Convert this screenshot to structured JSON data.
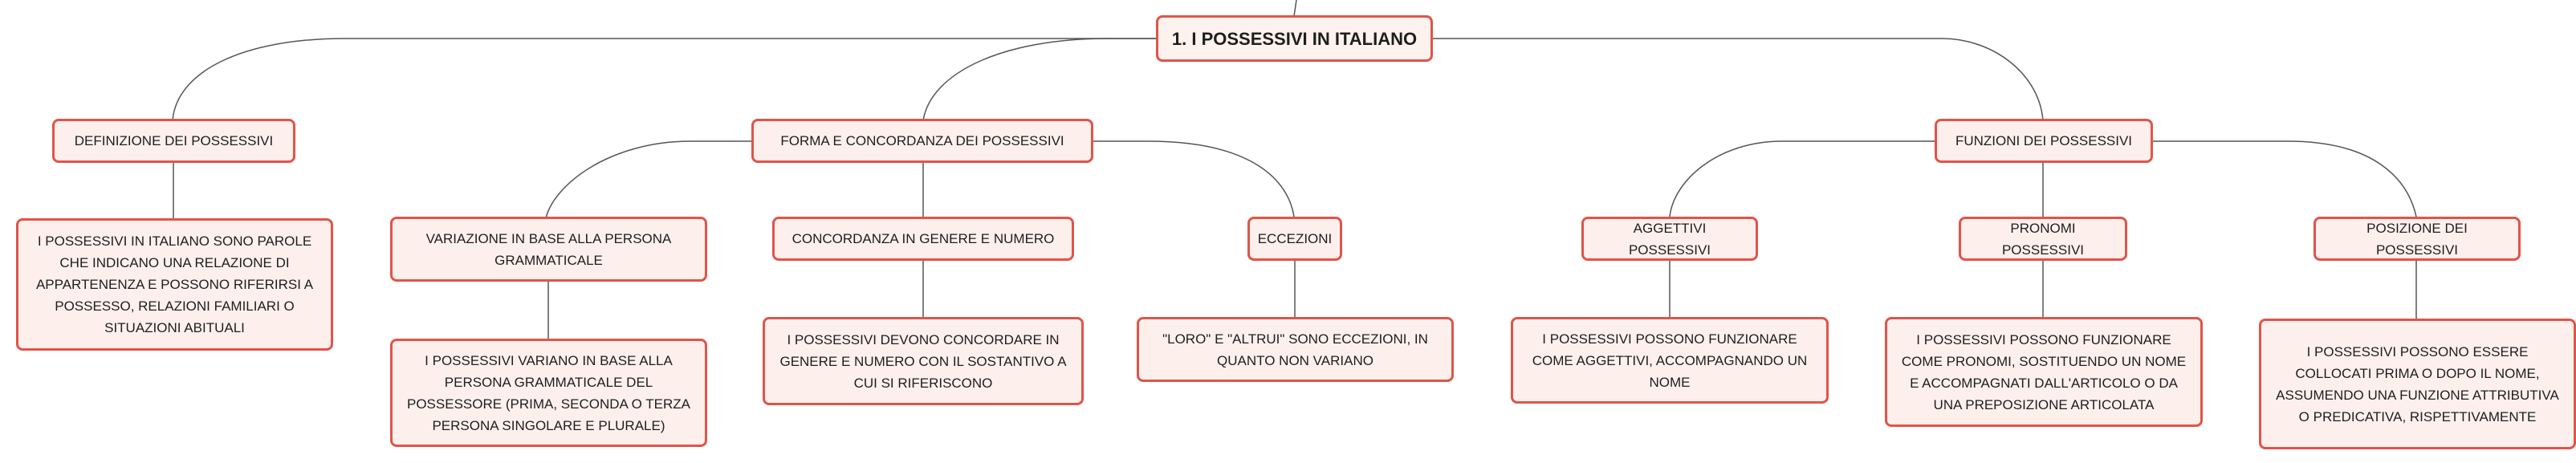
{
  "colors": {
    "node_border": "#e0544a",
    "node_fill": "#fdf0ec",
    "link": "#555555"
  },
  "root": {
    "label": "1. I POSSESSIVI IN ITALIANO"
  },
  "branches": [
    {
      "label": "DEFINIZIONE DEI POSSESSIVI",
      "text": "I POSSESSIVI IN ITALIANO SONO PAROLE CHE INDICANO UNA RELAZIONE DI APPARTENENZA E POSSONO RIFERIRSI A POSSESSO, RELAZIONI FAMILIARI O SITUAZIONI ABITUALI"
    },
    {
      "label": "FORMA E CONCORDANZA DEI POSSESSIVI",
      "children": [
        {
          "label": "VARIAZIONE IN BASE ALLA PERSONA GRAMMATICALE",
          "text": "I POSSESSIVI VARIANO IN BASE ALLA PERSONA GRAMMATICALE DEL POSSESSORE (PRIMA, SECONDA O TERZA PERSONA SINGOLARE E PLURALE)"
        },
        {
          "label": "CONCORDANZA IN GENERE E NUMERO",
          "text": "I POSSESSIVI DEVONO CONCORDARE IN GENERE E NUMERO CON IL SOSTANTIVO A CUI SI RIFERISCONO"
        },
        {
          "label": "ECCEZIONI",
          "text": "\"LORO\" E \"ALTRUI\" SONO ECCEZIONI, IN QUANTO NON VARIANO"
        }
      ]
    },
    {
      "label": "FUNZIONI DEI POSSESSIVI",
      "children": [
        {
          "label": "AGGETTIVI POSSESSIVI",
          "text": "I POSSESSIVI POSSONO FUNZIONARE COME AGGETTIVI, ACCOMPAGNANDO UN NOME"
        },
        {
          "label": "PRONOMI POSSESSIVI",
          "text": "I POSSESSIVI POSSONO FUNZIONARE COME PRONOMI, SOSTITUENDO UN NOME E ACCOMPAGNATI DALL'ARTICOLO O DA UNA PREPOSIZIONE ARTICOLATA"
        },
        {
          "label": "POSIZIONE DEI POSSESSIVI",
          "text": "I POSSESSIVI POSSONO ESSERE COLLOCATI PRIMA O DOPO IL NOME, ASSUMENDO UNA FUNZIONE ATTRIBUTIVA O PREDICATIVA, RISPETTIVAMENTE"
        }
      ]
    }
  ]
}
